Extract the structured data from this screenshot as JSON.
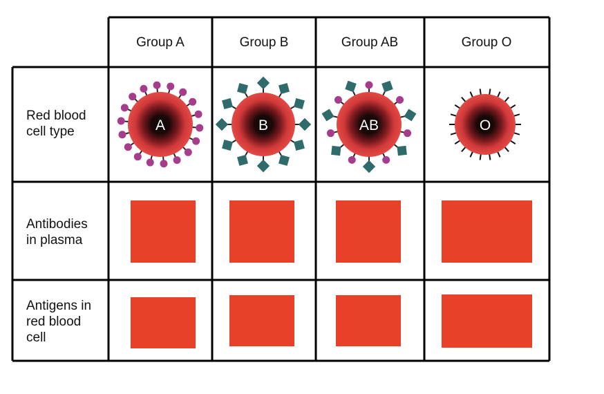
{
  "columns": [
    {
      "id": "a",
      "label": "Group A",
      "cell_letter": "A"
    },
    {
      "id": "b",
      "label": "Group B",
      "cell_letter": "B"
    },
    {
      "id": "ab",
      "label": "Group AB",
      "cell_letter": "AB"
    },
    {
      "id": "o",
      "label": "Group O",
      "cell_letter": "O"
    }
  ],
  "rows": [
    {
      "id": "cell-type",
      "lines": [
        "Red blood",
        "cell type"
      ]
    },
    {
      "id": "antibodies",
      "lines": [
        "Antibodies",
        "in plasma"
      ]
    },
    {
      "id": "antigens",
      "lines": [
        "Antigens in",
        "red blood",
        "cell"
      ]
    }
  ],
  "colors": {
    "grid_line": "#000000",
    "placeholder_fill": "#e8412a",
    "cell_outer": "#d93838",
    "cell_inner": "#1a0a0a",
    "antigen_a": "#a63d8c",
    "antigen_b": "#2f6b6b",
    "spike_o": "#111111"
  },
  "icons": {
    "antigen_a": "purple-circle-antigen-icon",
    "antigen_b": "teal-diamond-antigen-icon",
    "no_antigen": "plain-spike-icon"
  }
}
